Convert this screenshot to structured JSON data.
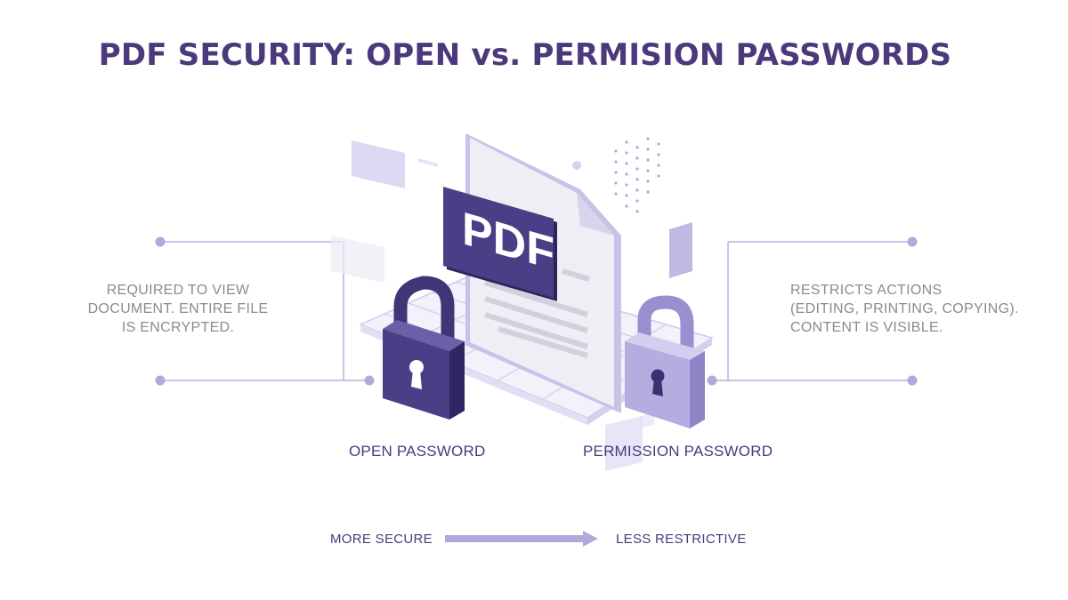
{
  "title": "PDF SECURITY: OPEN vs. PERMISION PASSWORDS",
  "document": {
    "badge_text": "PDF"
  },
  "open_password": {
    "label": "OPEN PASSWORD",
    "description": [
      "REQUIRED TO VIEW",
      "DOCUMENT. ENTIRE FILE",
      "IS ENCRYPTED."
    ]
  },
  "permission_password": {
    "label": "PERMISSION PASSWORD",
    "description": [
      "RESTRICTS ACTIONS",
      "(EDITING, PRINTING, COPYING).",
      "CONTENT IS VISIBLE."
    ]
  },
  "scale": {
    "left_label": "MORE SECURE",
    "right_label": "LESS RESTRICTIVE"
  },
  "colors": {
    "primary": "#4a3a7c",
    "dark_lock": "#4a3f86",
    "light_lock": "#b3a8dc",
    "accent_light": "#d8d2f0",
    "text_gray": "#8b8a93"
  }
}
